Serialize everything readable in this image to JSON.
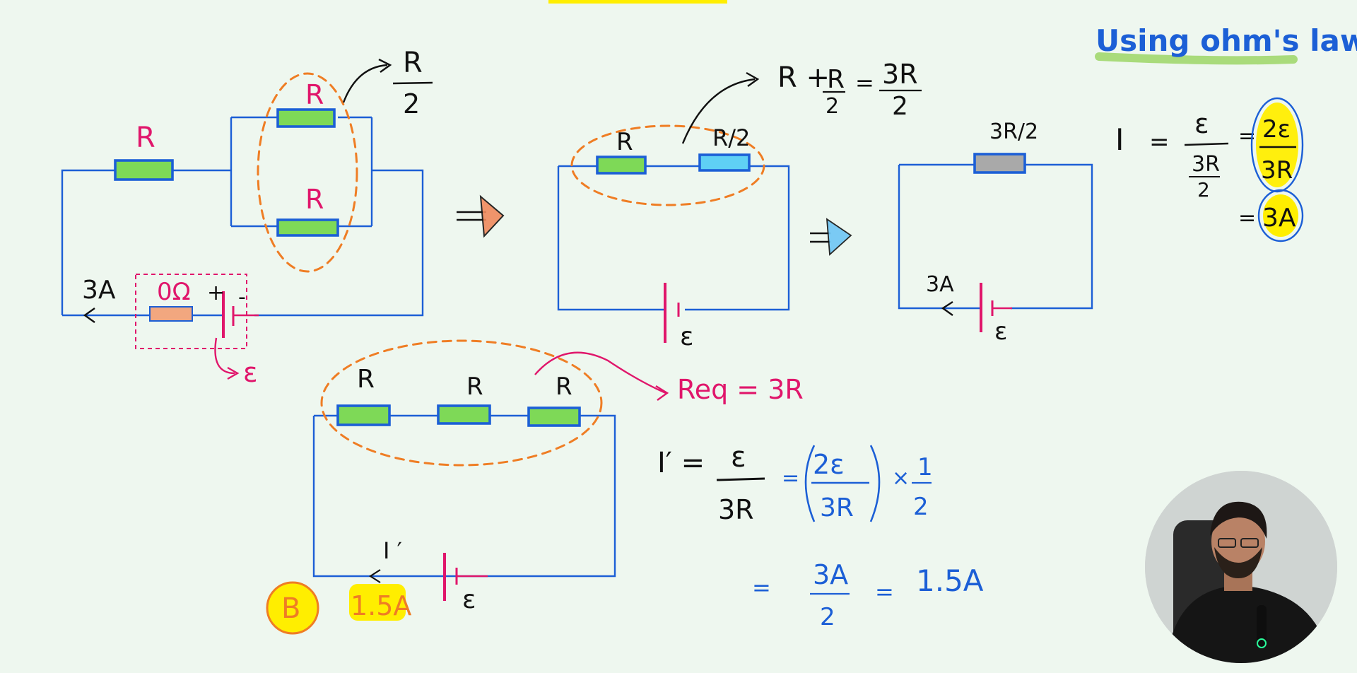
{
  "title": "Using ohm's law",
  "circuit1": {
    "series_resistor": "R",
    "parallel_top": "R",
    "parallel_bottom": "R",
    "parallel_equivalent_num": "R",
    "parallel_equivalent_den": "2",
    "current": "3A",
    "internal_resistance": "0Ω",
    "battery_plus": "+",
    "battery_minus": "-",
    "emf": "ε"
  },
  "circuit2": {
    "r1": "R",
    "r2": "R/2",
    "series_result_lhs": "R + ",
    "series_result_frac_num": "R",
    "series_result_frac_den": "2",
    "series_result_eq": "=",
    "series_result_num": "3R",
    "series_result_den": "2",
    "emf": "ε"
  },
  "circuit3": {
    "resistor": "3R/2",
    "current": "3A",
    "emf": "ε"
  },
  "ohm_calc": {
    "lhs": "I",
    "eq": "=",
    "frac_num": "ε",
    "inner_num": "3R",
    "inner_den": "2",
    "eq2": "=",
    "result_num": "2ε",
    "result_den": "3R",
    "eq3": "=",
    "result": "3A"
  },
  "circuit4": {
    "r1": "R",
    "r2": "R",
    "r3": "R",
    "req_label": "Req = 3R",
    "current_label": "I ′",
    "emf": "ε",
    "option": "B",
    "answer": "1.5A"
  },
  "calc2": {
    "lhs": "I′ =",
    "frac_num": "ε",
    "frac_den": "3R",
    "eq": "=",
    "paren_num": "2ε",
    "paren_den": "3R",
    "times": "×",
    "half_num": "1",
    "half_den": "2",
    "line2_eq": "=",
    "line2_num": "3A",
    "line2_den": "2",
    "line2_eq2": "=",
    "line2_result": "1.5A"
  },
  "colors": {
    "background": "#eef7ef",
    "wire": "#1c5fd6",
    "highlight_green": "#7ed957",
    "highlight_yellow": "#ffee00",
    "oval_orange": "#ef7d24",
    "annotation_pink": "#e0166b",
    "arrow_orange": "#f08a5d",
    "arrow_blue": "#6ec6f5",
    "res_cyan": "#5fd0f5",
    "res_grey": "#a9a9a9",
    "res_peach": "#f2a77f"
  }
}
